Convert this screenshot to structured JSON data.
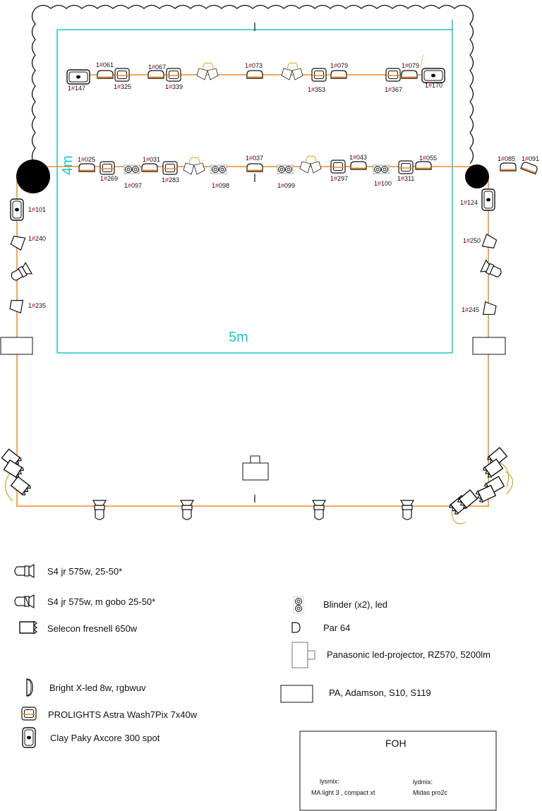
{
  "colors": {
    "truss": "#f08a24",
    "stage": "#19c6c6",
    "outline": "#111111",
    "channel": "#d40000",
    "cable": "#d6a51c"
  },
  "stage": {
    "depth_label": "4m",
    "width_label": "5m"
  },
  "channel_prefix": "1#",
  "fixtures": {
    "rear_truss": [
      {
        "num": "147",
        "type": "axcore"
      },
      {
        "num": "061",
        "type": "xled"
      },
      {
        "num": "325",
        "type": "wash"
      },
      {
        "num": "067",
        "type": "xled"
      },
      {
        "num": "339",
        "type": "wash"
      },
      {
        "num": "073",
        "type": "xled"
      },
      {
        "num": "353",
        "type": "wash"
      },
      {
        "num": "079",
        "type": "xled"
      },
      {
        "num": "367",
        "type": "wash"
      },
      {
        "num": "079",
        "type": "xled"
      },
      {
        "num": "170",
        "type": "axcore"
      }
    ],
    "front_truss": [
      {
        "num": "025",
        "type": "xled"
      },
      {
        "num": "269",
        "type": "wash"
      },
      {
        "num": "097",
        "type": "blinder"
      },
      {
        "num": "031",
        "type": "xled"
      },
      {
        "num": "283",
        "type": "wash"
      },
      {
        "num": "098",
        "type": "blinder"
      },
      {
        "num": "037",
        "type": "xled"
      },
      {
        "num": "099",
        "type": "blinder"
      },
      {
        "num": "297",
        "type": "wash"
      },
      {
        "num": "043",
        "type": "xled"
      },
      {
        "num": "100",
        "type": "blinder"
      },
      {
        "num": "311",
        "type": "wash"
      },
      {
        "num": "055",
        "type": "xled"
      }
    ],
    "stage_left": [
      {
        "num": "101",
        "type": "axcore"
      },
      {
        "num": "240",
        "type": "fresnel"
      },
      {
        "num": "235",
        "type": "fresnel"
      }
    ],
    "stage_right": [
      {
        "num": "085",
        "type": "xled"
      },
      {
        "num": "091",
        "type": "xled"
      },
      {
        "num": "124",
        "type": "axcore"
      },
      {
        "num": "250",
        "type": "fresnel"
      },
      {
        "num": "245",
        "type": "fresnel"
      }
    ]
  },
  "legend": {
    "s4_jr": "S4 jr   575w, 25-50*",
    "s4_jr_gobo": "S4 jr   575w, m gobo 25-50*",
    "fresnel": "Selecon fresnell 650w",
    "xled": "Bright X-led 8w, rgbwuv",
    "wash": "PROLIGHTS Astra Wash7Pix 7x40w",
    "axcore": "Clay Paky Axcore 300 spot",
    "blinder": "Blinder (x2), led",
    "par64": "Par 64",
    "projector": "Panasonic led-projector, RZ570, 5200lm",
    "pa": "PA, Adamson, S10, S119"
  },
  "foh": {
    "title": "FOH",
    "light_label": "lysmix:",
    "light_desk": "MA light 3 , compact xt",
    "sound_label": "lydmix:",
    "sound_desk": "Midas pro2c"
  }
}
